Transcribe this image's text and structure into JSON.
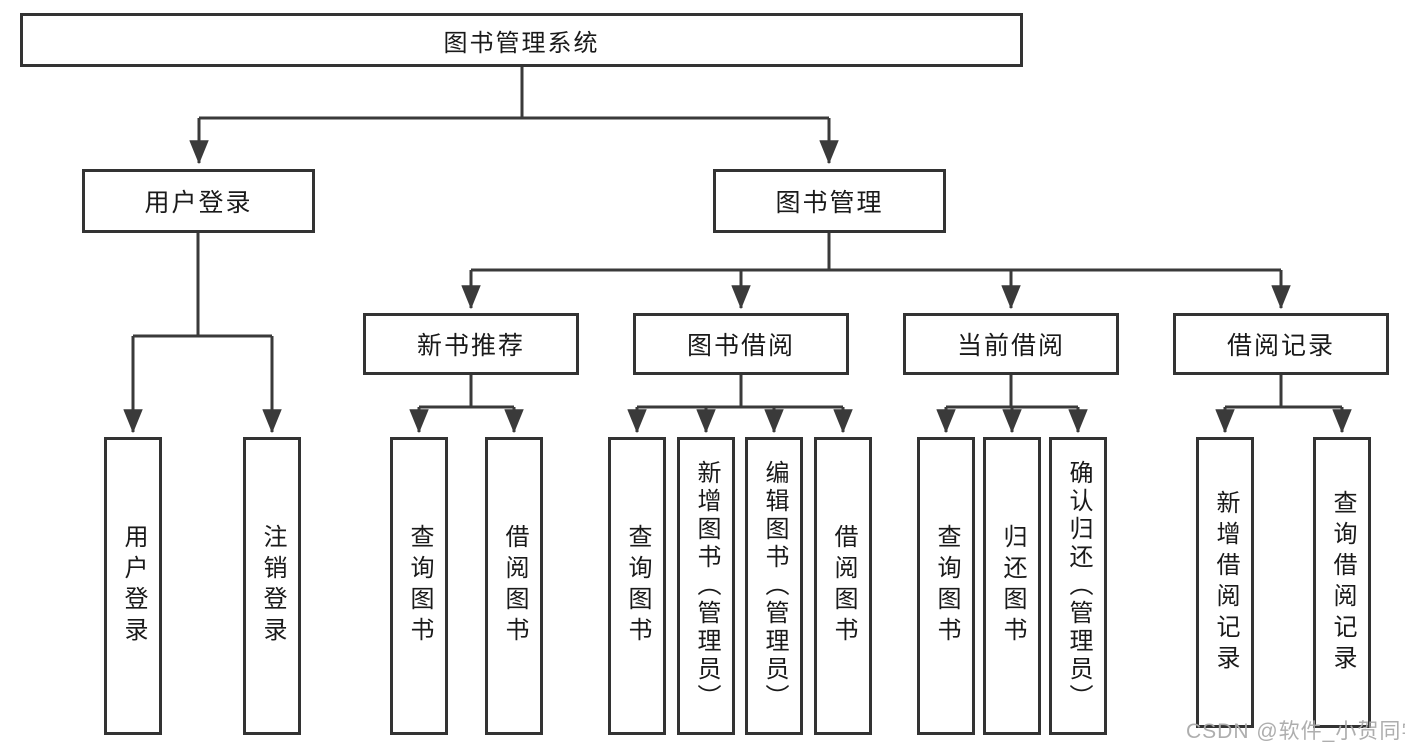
{
  "diagram_type": "hierarchy-tree",
  "tree": {
    "root": {
      "label": "图书管理系统"
    },
    "children": [
      {
        "label": "用户登录",
        "children": [
          {
            "label": "用户登录"
          },
          {
            "label": "注销登录"
          }
        ]
      },
      {
        "label": "图书管理",
        "children": [
          {
            "label": "新书推荐",
            "children": [
              {
                "label": "查询图书"
              },
              {
                "label": "借阅图书"
              }
            ]
          },
          {
            "label": "图书借阅",
            "children": [
              {
                "label": "查询图书"
              },
              {
                "label": "新增图书（管理员）"
              },
              {
                "label": "编辑图书（管理员）"
              },
              {
                "label": "借阅图书"
              }
            ]
          },
          {
            "label": "当前借阅",
            "children": [
              {
                "label": "查询图书"
              },
              {
                "label": "归还图书"
              },
              {
                "label": "确认归还（管理员）"
              }
            ]
          },
          {
            "label": "借阅记录",
            "children": [
              {
                "label": "新增借阅记录"
              },
              {
                "label": "查询借阅记录"
              }
            ]
          }
        ]
      }
    ]
  },
  "watermark": {
    "text": "CSDN @软件_小贺同学"
  },
  "colors": {
    "line": "#3a3a3a",
    "box_border": "#333333",
    "box_fill": "#ffffff",
    "text": "#1a1a1a",
    "watermark": "#aaaaaa",
    "background": "#ffffff"
  }
}
